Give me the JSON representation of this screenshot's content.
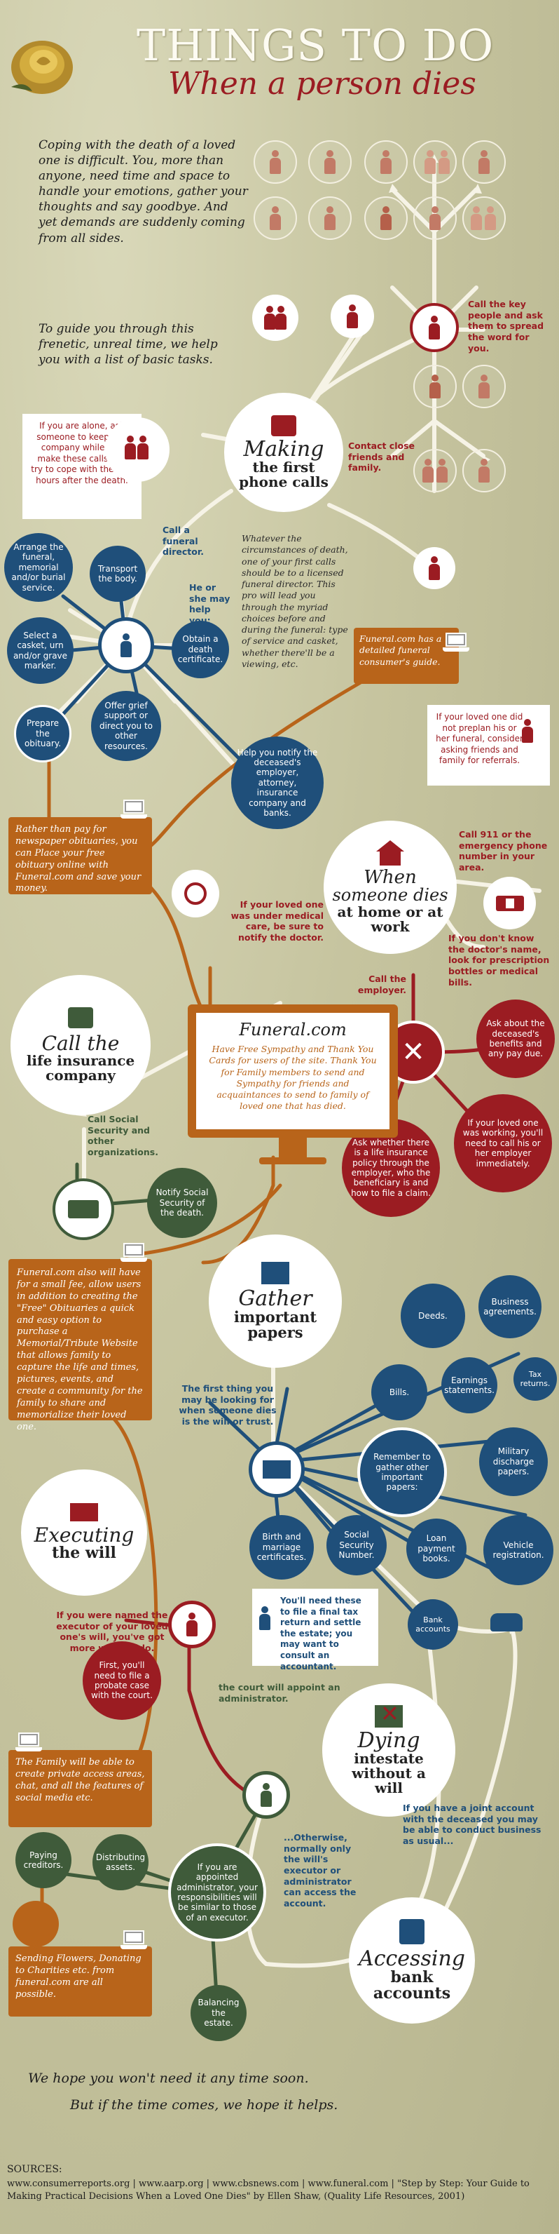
{
  "header": {
    "title": "THINGS TO DO",
    "subtitle": "When a person dies"
  },
  "intro": {
    "p1": "Coping with the death of a loved one is difficult. You, more than anyone, need time and space to handle your emotions, gather your thoughts and say goodbye. And yet demands are suddenly coming from all sides.",
    "p2": "To guide you through this frenetic, unreal time, we help you with a list of basic tasks."
  },
  "calls": {
    "heading1": "Making",
    "heading2": "the first phone calls",
    "alone": "If you are alone, ask someone to keep you company while you make these calls and try to cope with the first hours after the death.",
    "key_people": "Call the key people and ask them to spread the word for you.",
    "friends": "Contact close friends and family.",
    "funeral_director": "Call a funeral director.",
    "circumstances": "Whatever the circumstances of death, one of your first calls should be to a licensed funeral director. This pro will lead you through the myriad choices before and during the funeral: type of service and casket, whether there'll be a viewing, etc.",
    "guide": "Funeral.com has a detailed funeral consumer's guide.",
    "preplan": "If your loved one did not preplan his or her funeral, consider asking friends and family for referrals.",
    "may_help": "He or she may help you:",
    "tasks": [
      "Arrange the funeral, memorial and/or burial service.",
      "Transport the body.",
      "Select a casket, urn and/or grave marker.",
      "Obtain a death certificate.",
      "Offer grief support or direct you to other resources.",
      "Prepare the obituary.",
      "Help you notify the deceased's employer, attorney, insurance company and banks."
    ]
  },
  "obituary_box": "Rather than pay for newspaper obituaries, you can Place your free obituary online with Funeral.com and save your money.",
  "home": {
    "heading1": "When",
    "heading2": "someone dies",
    "heading3": "at home or at work",
    "call911": "Call 911 or the emergency phone number in your area.",
    "medical": "If your loved one was under medical care, be sure to notify the doctor.",
    "doctor_name": "If you don't know the doctor's name, look for prescription bottles or medical bills.",
    "employer": "Call the employer.",
    "benefits": "Ask about the deceased's benefits and any pay due.",
    "insurance_policy": "Ask whether there is a life insurance policy through the employer, who the beneficiary is and how to file a claim.",
    "working": "If your loved one was working, you'll need to call his or her employer immediately."
  },
  "life_insurance": {
    "heading1": "Call the",
    "heading2": "life insurance company",
    "social": "Call Social Security and other organizations.",
    "notify": "Notify Social Security of the death."
  },
  "monitor": {
    "brand": "Funeral.com",
    "text": "Have Free Sympathy and Thank You Cards for users of the site. Thank You for Family members to send and Sympathy for friends and acquaintances to send to family of loved one that has died."
  },
  "memorial_box": "Funeral.com also will have for a small fee, allow users in addition to creating the \"Free\" Obituaries a quick and easy option to purchase a Memorial/Tribute Website that allows family to capture the life and times, pictures, events, and create a community for the family to share and memorialize their loved one.",
  "papers": {
    "heading1": "Gather",
    "heading2": "important papers",
    "first_thing": "The first thing you may be looking for when someone dies is the will or trust.",
    "remember": "Remember to gather other important papers:",
    "items": [
      "Deeds.",
      "Business agreements.",
      "Bills.",
      "Earnings statements.",
      "Tax returns.",
      "Military discharge papers.",
      "Birth and marriage certificates.",
      "Social Security Number.",
      "Loan payment books.",
      "Vehicle registration.",
      "Bank accounts"
    ],
    "tax_box": "You'll need these to file a final tax return and settle the estate; you may want to consult an accountant."
  },
  "will": {
    "heading1": "Executing",
    "heading2": "the will",
    "named": "If you were named the executor of your loved one's will, you've got more work to do.",
    "probate": "First, you'll need to file a probate case with the court.",
    "court": "the court will appoint an administrator.",
    "appointed": "If you are appointed administrator, your responsibilities will be similar to those of an executor.",
    "paying": "Paying creditors.",
    "distributing": "Distributing assets.",
    "balancing": "Balancing the estate."
  },
  "social_box": "The Family will be able to create private access areas, chat, and all the features of social media etc.",
  "flowers_box": "Sending Flowers, Donating to Charities etc. from funeral.com are all possible.",
  "intestate": {
    "heading1": "Dying",
    "heading2": "intestate without a will",
    "joint": "If you have a joint account with the deceased you may be able to conduct business as usual...",
    "otherwise": "...Otherwise, normally only the will's executor or administrator can access the account."
  },
  "bank": {
    "heading1": "Accessing",
    "heading2": "bank accounts"
  },
  "closing": {
    "line1": "We hope you won't need it any time soon.",
    "line2": "But if the time comes, we hope it helps."
  },
  "sources": {
    "label": "SOURCES:",
    "text": "www.consumerreports.org | www.aarp.org | www.cbsnews.com | www.funeral.com | \"Step by Step: Your Guide to Making Practical Decisions When a Loved One Dies\" by Ellen Shaw, (Quality Life Resources, 2001)"
  },
  "colors": {
    "red": "#9b1c22",
    "blue": "#1f4f7a",
    "green": "#3f5b3a",
    "orange": "#b8641a",
    "brown": "#8a5a2b",
    "background": "#c6c49f"
  }
}
